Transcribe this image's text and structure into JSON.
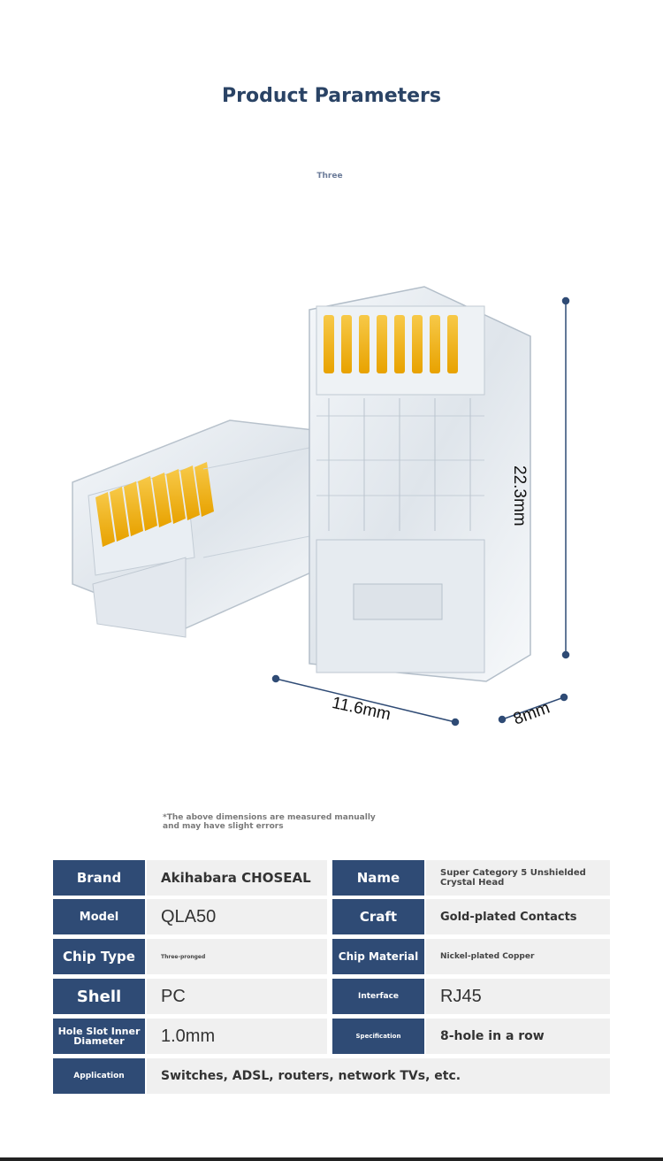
{
  "header": {
    "title": "Product Parameters",
    "subtitle": "Three"
  },
  "dimensions": {
    "height": "22.3mm",
    "length": "11.6mm",
    "depth": "8mm"
  },
  "note": "*The above dimensions are measured manually\n and may have slight errors",
  "colors": {
    "title": "#2a4365",
    "key_background": "#2f4b75",
    "value_background": "#f0f0f0",
    "contact_gold": "#f2b31a"
  },
  "params": {
    "brand": {
      "label": "Brand",
      "value": "Akihabara CHOSEAL"
    },
    "name": {
      "label": "Name",
      "value": "Super Category 5 Unshielded Crystal Head"
    },
    "model": {
      "label": "Model",
      "value": "QLA50"
    },
    "craft": {
      "label": "Craft",
      "value": "Gold-plated Contacts"
    },
    "chip_type": {
      "label": "Chip Type",
      "value": "Three-pronged"
    },
    "chip_material": {
      "label": "Chip Material",
      "value": "Nickel-plated Copper"
    },
    "shell": {
      "label": "Shell",
      "value": "PC"
    },
    "interface": {
      "label": "Interface",
      "value": "RJ45"
    },
    "hole_slot": {
      "label": "Hole Slot Inner Diameter",
      "value": "1.0mm"
    },
    "specification": {
      "label": "Specification",
      "value": "8-hole in a row"
    },
    "application": {
      "label": "Application",
      "value": "Switches, ADSL, routers, network TVs, etc."
    }
  }
}
